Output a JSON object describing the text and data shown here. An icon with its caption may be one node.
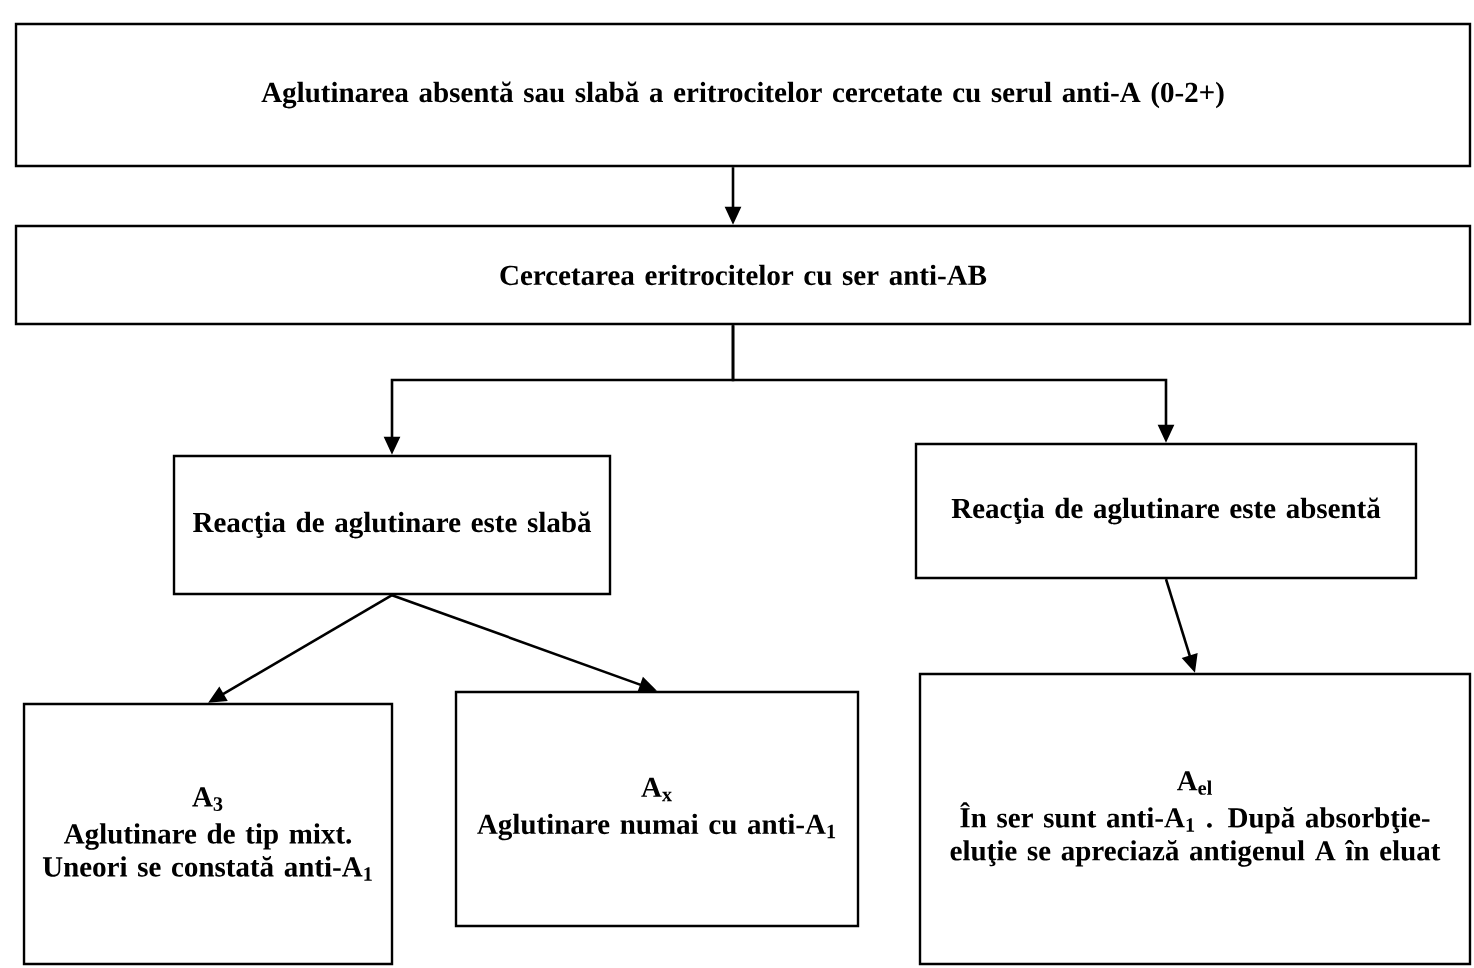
{
  "diagram": {
    "nodes": [
      {
        "text": [
          "Aglutinarea absentă sau slabă a eritrocitelor cercetate cu serul anti-A (0-2+)"
        ]
      },
      {
        "text": [
          "Cercetarea eritrocitelor cu ser anti-AB"
        ]
      },
      {
        "text": [
          "Reacţia de aglutinare este slabă"
        ]
      },
      {
        "text": [
          "Reacţia de aglutinare este absentă"
        ]
      },
      {
        "text": [
          "A$_{3}$",
          "Aglutinare de tip mixt. Uneori se constată anti-A$_{1}$"
        ]
      },
      {
        "text": [
          "A$_{x}$",
          "Aglutinare numai cu anti-A$_{1}$"
        ]
      },
      {
        "text": [
          "A$_{el}$",
          "În ser sunt anti-A$_{1}$ . După absorbţie-eluţie se apreciază antigenul A în eluat"
        ]
      }
    ],
    "edges": [
      {
        "from": 0,
        "to": 1,
        "arrow": "to"
      },
      {
        "from": 1,
        "to": 2,
        "arrow": "to"
      },
      {
        "from": 1,
        "to": 3,
        "arrow": "to"
      },
      {
        "from": 2,
        "to": 4,
        "arrow": "to"
      },
      {
        "from": 2,
        "to": 5,
        "arrow": "to"
      },
      {
        "from": 3,
        "to": 6,
        "arrow": "to"
      }
    ]
  }
}
